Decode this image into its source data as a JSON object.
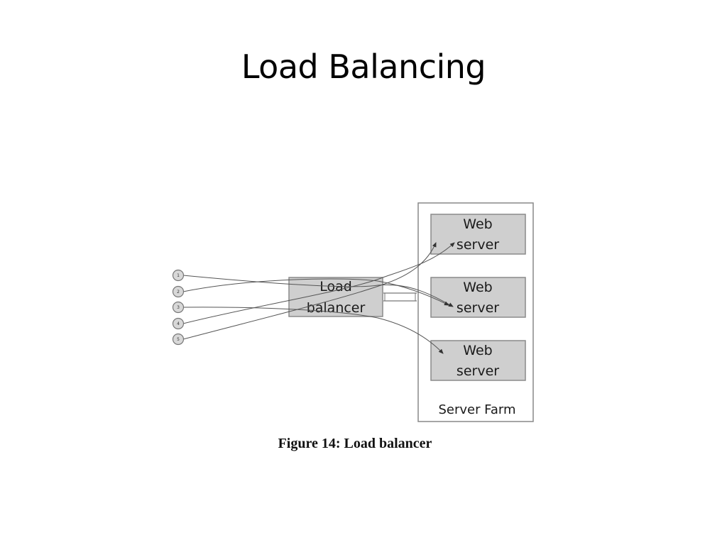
{
  "slide": {
    "title": "Load Balancing"
  },
  "figure": {
    "caption": "Figure 14: Load balancer",
    "load_balancer": {
      "line1": "Load",
      "line2": "balancer"
    },
    "server_farm": {
      "label": "Server Farm",
      "servers": [
        {
          "line1": "Web",
          "line2": "server"
        },
        {
          "line1": "Web",
          "line2": "server"
        },
        {
          "line1": "Web",
          "line2": "server"
        }
      ]
    },
    "clients": [
      "1",
      "2",
      "3",
      "4",
      "5"
    ]
  },
  "colors": {
    "box_fill": "#cfcfcf",
    "box_stroke": "#8a8a8a",
    "line": "#555555",
    "client_fill": "#d8d8d8"
  }
}
